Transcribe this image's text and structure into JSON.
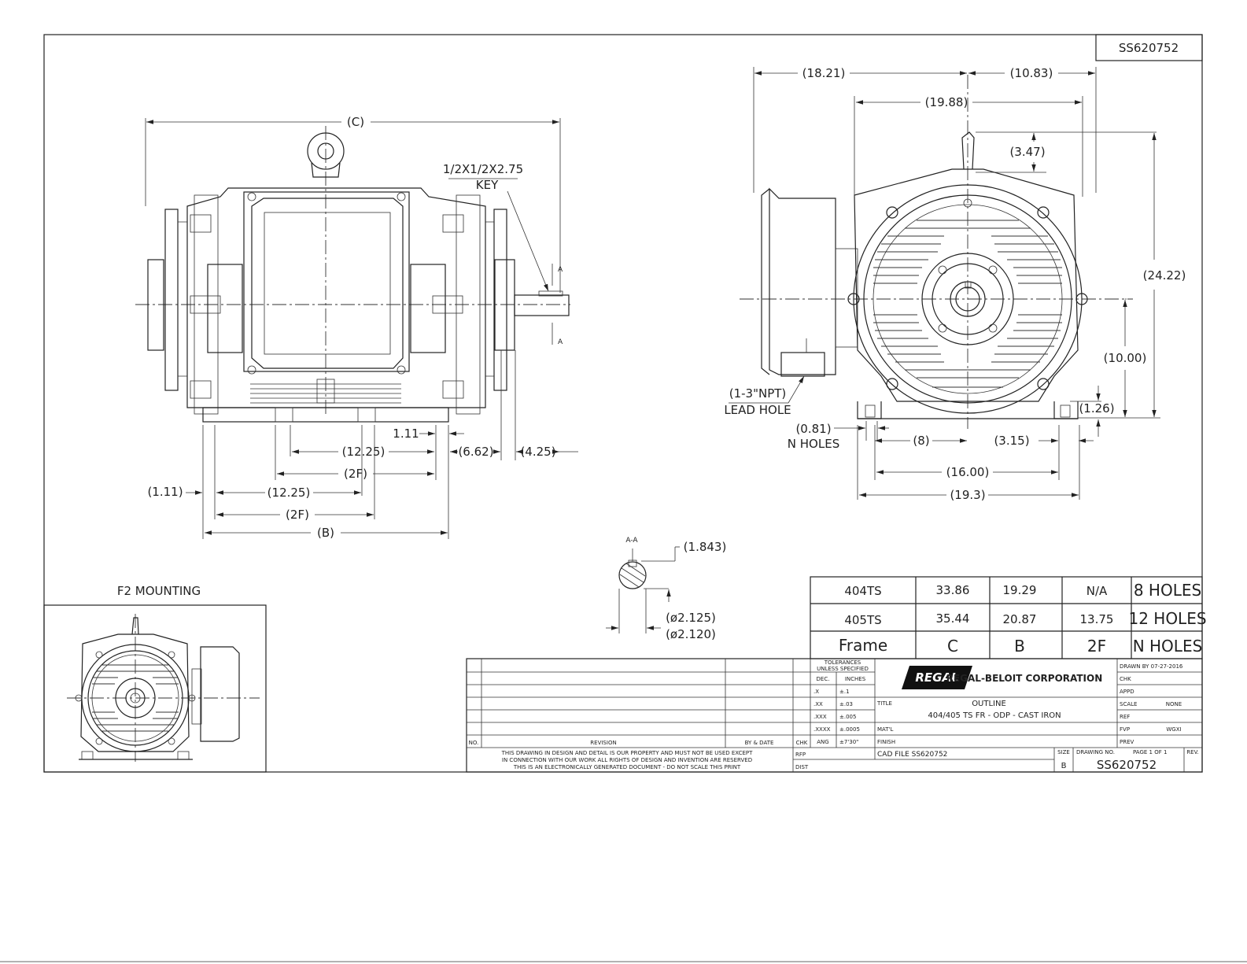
{
  "sheet": {
    "corner_id": "SS620752",
    "f2_label": "F2 MOUNTING",
    "section_label": "A-A"
  },
  "side_view": {
    "dims": {
      "c": "(C)",
      "key_spec": "1/2X1/2X2.75",
      "key_label": "KEY",
      "a_top": "A",
      "a_bottom": "A",
      "d_111_small": "1.11",
      "d_1225_a": "(12.25)",
      "d_662": "(6.62)",
      "d_425": "(4.25)",
      "d_2f_a": "(2F)",
      "d_111": "(1.11)",
      "d_1225_b": "(12.25)",
      "d_2f_b": "(2F)",
      "b": "(B)"
    }
  },
  "end_view": {
    "dims": {
      "d_1821": "(18.21)",
      "d_1083": "(10.83)",
      "d_1988": "(19.88)",
      "d_347": "(3.47)",
      "d_2422": "(24.22)",
      "d_1000": "(10.00)",
      "d_126": "(1.26)",
      "lead_1": "(1-3\"NPT)",
      "lead_2": "LEAD HOLE",
      "d_081": "(0.81)",
      "n_holes": "N HOLES",
      "d_8": "(8)",
      "d_315": "(3.15)",
      "d_1600": "(16.00)",
      "d_193": "(19.3)"
    }
  },
  "section": {
    "d_1843": "(1.843)",
    "d_2125": "(ø2.125)",
    "d_2120": "(ø2.120)"
  },
  "frame_table": {
    "rows": [
      [
        "404TS",
        "33.86",
        "19.29",
        "N/A",
        "8 HOLES"
      ],
      [
        "405TS",
        "35.44",
        "20.87",
        "13.75",
        "12 HOLES"
      ],
      [
        "Frame",
        "C",
        "B",
        "2F",
        "N HOLES"
      ]
    ]
  },
  "title_block": {
    "no": "NO.",
    "revision": "REVISION",
    "by_date": "BY & DATE",
    "chk": "CHK",
    "tol_1": "TOLERANCES",
    "tol_2": "UNLESS SPECIFIED",
    "tol_rows": [
      [
        "DEC.",
        "INCHES"
      ],
      [
        ".X",
        "±.1"
      ],
      [
        ".XX",
        "±.03"
      ],
      [
        ".XXX",
        "±.005"
      ],
      [
        ".XXXX",
        "±.0005"
      ],
      [
        "ANG",
        "±7'30\""
      ]
    ],
    "logo": "REGAL",
    "company": "REGAL-BELOIT CORPORATION",
    "title_label": "TITLE",
    "title_1": "OUTLINE",
    "title_2": "404/405 TS FR - ODP - CAST IRON",
    "matl_label": "MAT'L",
    "finish_label": "FINISH",
    "cad_file": "CAD FILE  SS620752",
    "rfp": "RFP",
    "dist": "DIST",
    "drawn_by": "DRAWN BY  07-27-2016",
    "chk_r": "CHK",
    "appd": "APPD",
    "scale_label": "SCALE",
    "scale": "NONE",
    "ref": "REF",
    "fvp_label": "FVP",
    "fvp": "WGXI",
    "prev": "PREV",
    "size_label": "SIZE",
    "size": "B",
    "dwg_no_label": "DRAWING NO.",
    "page": "PAGE 1 OF 1",
    "rev_label": "REV.",
    "dwg_no": "SS620752",
    "notice": [
      "THIS DRAWING IN DESIGN AND DETAIL IS OUR PROPERTY AND MUST NOT BE USED EXCEPT",
      "IN CONNECTION WITH OUR WORK ALL RIGHTS OF DESIGN AND INVENTION ARE RESERVED",
      "THIS IS AN ELECTRONICALLY GENERATED DOCUMENT - DO NOT SCALE THIS PRINT"
    ]
  }
}
